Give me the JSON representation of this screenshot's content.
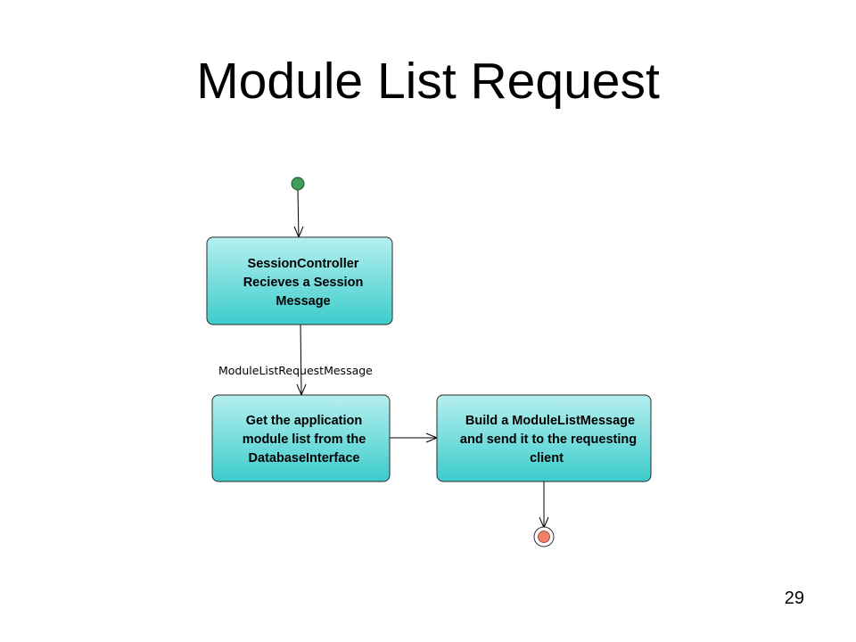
{
  "slide": {
    "title": "Module List Request",
    "page_number": "29"
  },
  "diagram": {
    "type": "uml-activity",
    "colors": {
      "node_fill_top": "#b6f0ef",
      "node_fill_bottom": "#3ccccc",
      "node_stroke": "#2a2a2a",
      "start_fill": "#3f9e5a",
      "end_fill": "#f08068",
      "edge": "#000000"
    },
    "nodes": {
      "session_controller": [
        "SessionController",
        "Recieves a Session",
        "Message"
      ],
      "get_module_list": [
        "Get the application",
        "module list from the",
        "DatabaseInterface"
      ],
      "build_message": [
        "Build a ModuleListMessage",
        "and send it to the requesting",
        "client"
      ]
    },
    "edges": {
      "session_to_get_label": "ModuleListRequestMessage"
    }
  }
}
